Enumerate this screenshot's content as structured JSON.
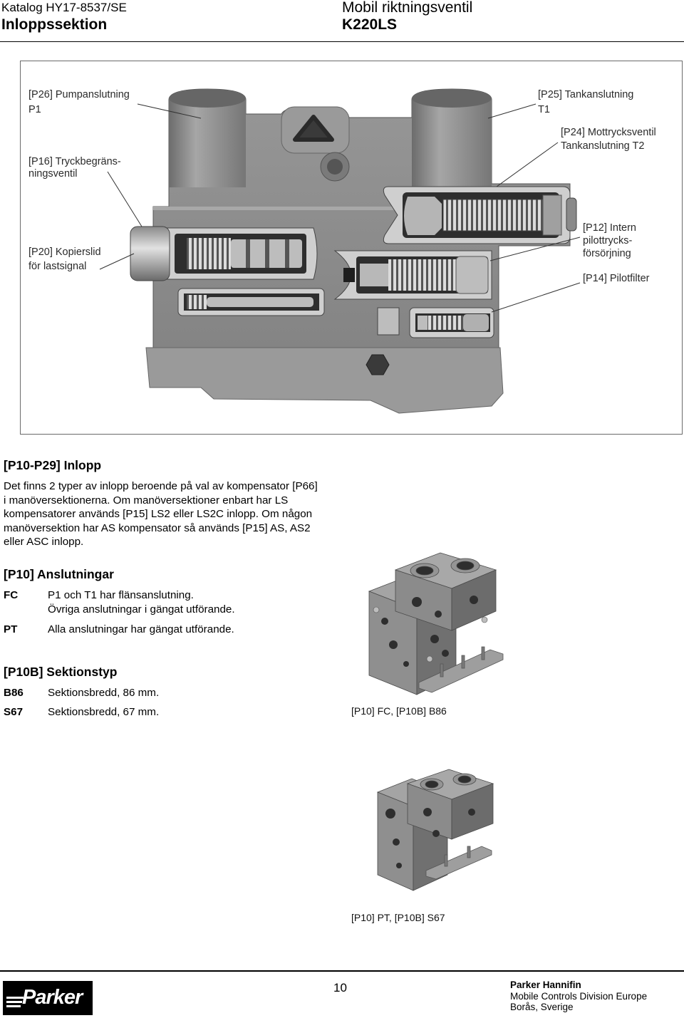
{
  "header": {
    "catalog_number": "Katalog HY17-8537/SE",
    "section_title": "Inloppssektion",
    "product_name": "Mobil riktningsventil",
    "model": "K220LS"
  },
  "figure": {
    "callouts": {
      "p26": [
        "[P26] Pumpanslutning",
        "P1"
      ],
      "p16": [
        "[P16] Tryckbegräns-",
        "ningsventil"
      ],
      "p20": [
        "[P20] Kopierslid",
        "för lastsignal"
      ],
      "p25": [
        "[P25] Tankanslutning",
        "T1"
      ],
      "p24": [
        "[P24] Mottrycksventil",
        "Tankanslutning T2"
      ],
      "p12": [
        "[P12] Intern",
        "pilottrycks-",
        "försörjning"
      ],
      "p14": [
        "[P14] Pilotfilter"
      ]
    }
  },
  "inlopp": {
    "heading": "[P10-P29] Inlopp",
    "body_lines": [
      "Det finns 2 typer av inlopp beroende på val av kompensator [P66]",
      "i manöversektionerna. Om manöversektioner enbart har LS",
      "kompensatorer används [P15] LS2 eller LS2C inlopp. Om någon",
      "manöversektion har AS kompensator så används [P15] AS, AS2",
      "eller ASC inlopp."
    ]
  },
  "anslutningar": {
    "heading": "[P10] Anslutningar",
    "options": [
      {
        "code": "FC",
        "description_lines": [
          "P1 och T1 har flänsanslutning.",
          "Övriga anslutningar i gängat utförande."
        ]
      },
      {
        "code": "PT",
        "description_lines": [
          "Alla anslutningar har gängat utförande."
        ]
      }
    ]
  },
  "sektionstyp": {
    "heading": "[P10B] Sektionstyp",
    "options": [
      {
        "code": "B86",
        "description": "Sektionsbredd, 86 mm."
      },
      {
        "code": "S67",
        "description": "Sektionsbredd, 67 mm."
      }
    ]
  },
  "product_images": {
    "fc_b86_caption": "[P10] FC, [P10B] B86",
    "pt_s67_caption": "[P10] PT, [P10B] S67"
  },
  "footer": {
    "logo_text": "Parker",
    "page_number": "10",
    "company": "Parker Hannifin",
    "division": "Mobile Controls Division Europe",
    "location": "Borås, Sverige"
  },
  "colors": {
    "text": "#000000",
    "callout_text": "#2a2a2a",
    "illustration_body": "#8e8e8e"
  }
}
